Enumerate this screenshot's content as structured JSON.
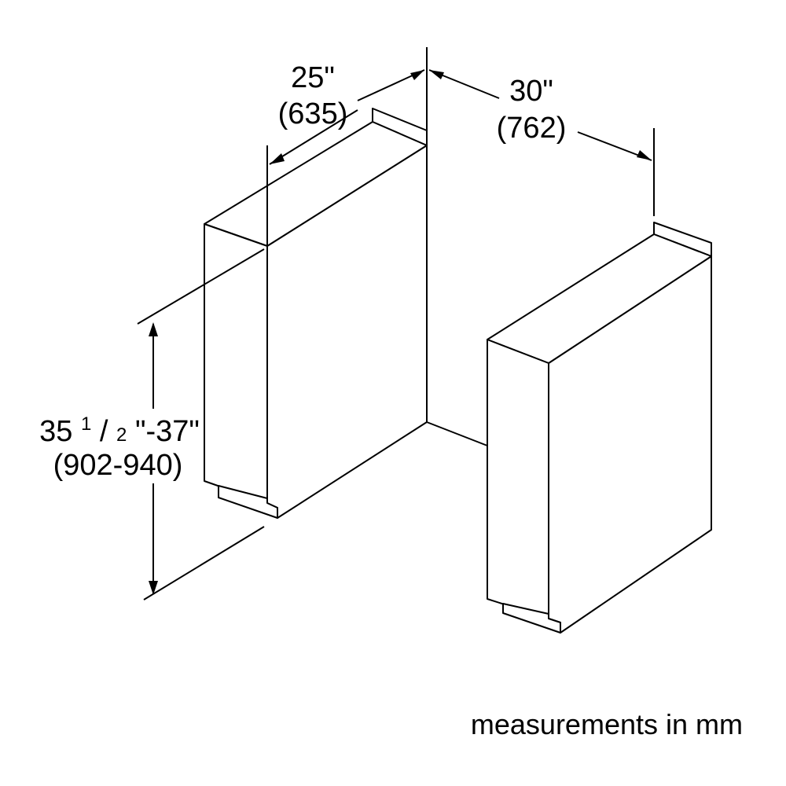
{
  "dimensions": {
    "depth": {
      "imperial": "25\"",
      "metric": "(635)"
    },
    "width": {
      "imperial": "30\"",
      "metric": "(762)"
    },
    "height": {
      "imperial_whole": "35",
      "imperial_numerator": "1",
      "imperial_slash": "/",
      "imperial_denominator": "2",
      "imperial_rest": "\"-37\"",
      "metric": "(902-940)"
    }
  },
  "footnote": "measurements in mm",
  "colors": {
    "line": "#000000",
    "background": "#ffffff"
  }
}
